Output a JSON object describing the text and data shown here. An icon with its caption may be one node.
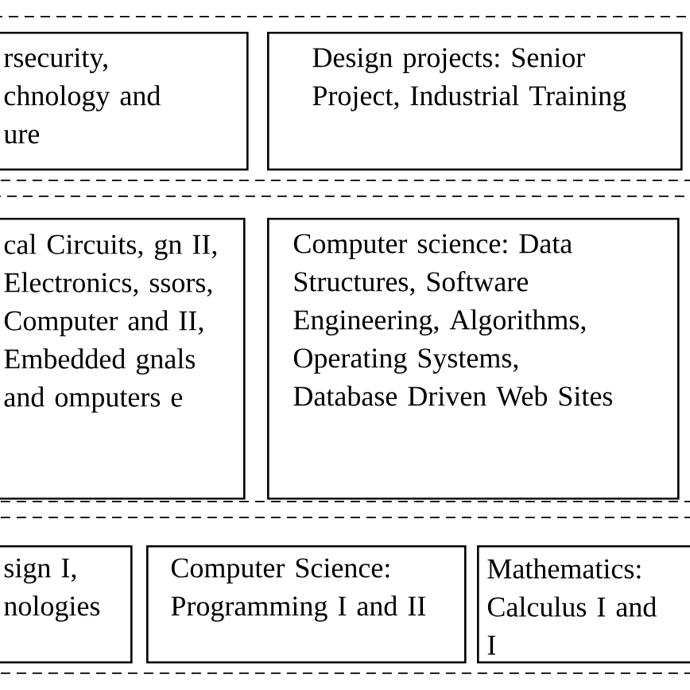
{
  "diagram": {
    "nodes": [
      {
        "text": [],
        "shape": "box"
      },
      {
        "text": [
          "rsecurity, chnology and ure"
        ],
        "in": 0
      },
      {
        "text": [
          "Design projects: Senior Project, Industrial Training"
        ],
        "in": 0
      },
      {
        "text": [],
        "shape": "box"
      },
      {
        "text": [
          "cal Circuits, gn II, Electronics, ssors, Computer and II, Embedded gnals and omputers e"
        ],
        "in": 3
      },
      {
        "text": [
          "Computer science: Data Structures, Software Engineering, Algorithms, Operating Systems, Database Driven Web Sites"
        ],
        "in": 3
      },
      {
        "text": [],
        "shape": "box"
      },
      {
        "text": [
          "sign I, nologies"
        ],
        "in": 6
      },
      {
        "text": [
          "Computer Science: Programming I and II"
        ],
        "in": 6
      },
      {
        "text": [
          "Mathematics: Calculus I and I"
        ],
        "in": 6
      }
    ],
    "edges": []
  }
}
